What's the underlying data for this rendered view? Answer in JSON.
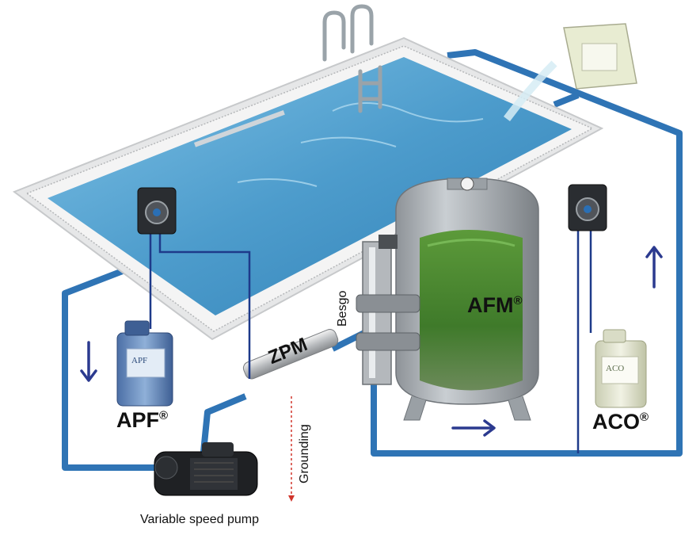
{
  "labels": {
    "afm": "AFM",
    "apf": "APF",
    "aco": "ACO",
    "reg_mark": "®",
    "zpm": "ZPM",
    "besgo": "Besgo",
    "grounding": "Grounding",
    "pump": "Variable speed pump",
    "apf_drum_text": "APF",
    "aco_drum_text": "ACO"
  },
  "colors": {
    "pipe": "#2f74b5",
    "tube": "#1e3a8a",
    "arrow": "#2b3a8f",
    "water": "#5fa8d3",
    "filter": "#a8adb2",
    "media": "#3f7a2a",
    "grounding": "#d0352b"
  }
}
